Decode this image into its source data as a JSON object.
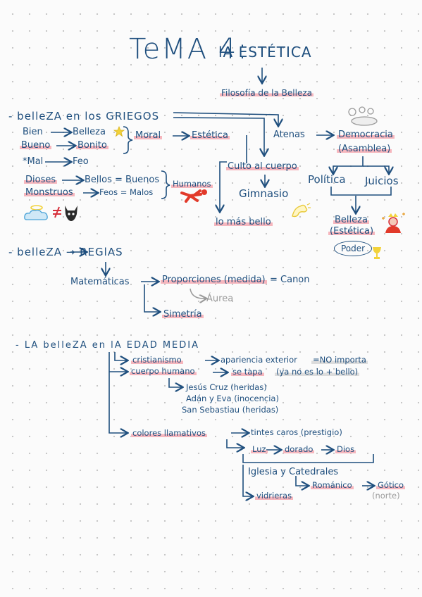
{
  "title": {
    "main": "TeMA 4:",
    "sub": "lA ESTÉTICA"
  },
  "filosofia": "Filosofía de la Belleza",
  "griegos": {
    "heading": "- belleZA en los GRIEGOS",
    "bien": "Bien",
    "belleza": "Belleza",
    "bueno": "Bueno",
    "bonito": "Bonito",
    "mal": "*Mal",
    "feo": "Feo",
    "moral": "Moral",
    "estetica": "Estética",
    "dioses": "Dioses",
    "bellos_buenos": "Bellos = Buenos",
    "monstruos": "Monstruos",
    "feos_malos": "Feos = Malos",
    "humanos": "Humanos",
    "culto": "Culto al cuerpo",
    "gimnasio": "Gimnasio",
    "lo_mas_bello": "lo más bello",
    "atenas": "Atenas",
    "democracia": "Democracia",
    "asamblea": "(Asamblea)",
    "politica": "Política",
    "juicios": "Juicios",
    "belleza2": "Belleza",
    "estetica2": "(Estética)",
    "poder": "Poder"
  },
  "reglas": {
    "heading": "- belleZA → REGlAS",
    "matematicas": "Matemáticas",
    "proporciones": "Proporciones (medida)",
    "canon": "= Canon",
    "aurea": "Áurea",
    "simetria": "Simetría"
  },
  "edad_media": {
    "heading": "- LA belleZA en lA EDAD MEDIA",
    "cristianismo": "cristianismo",
    "apariencia": "apariencia exterior",
    "no_importa": "=NO importa",
    "cuerpo_humano": "cuerpo humano",
    "se_tapa": "se tapa",
    "no_es_bello": "(ya no es lo + bello)",
    "jesus": "Jesús Cruz (heridas)",
    "adan": "Adán y Eva (inocencia)",
    "sebastian": "San Sebastiau (heridas)",
    "colores": "colores llamativos",
    "tintes": "tintes caros (prestigio)",
    "luz": "Luz",
    "dorado": "dorado",
    "dios": "Dios",
    "iglesia": "Iglesia y Catedrales",
    "romanico": "Románico",
    "gotico": "Gótico",
    "norte": "(norte)",
    "vidrieras": "vidrieras"
  },
  "icons": [
    "cloud-halo-icon",
    "devil-mask-icon",
    "star-icon",
    "running-human-icon",
    "flexed-arm-icon",
    "crowd-icon",
    "crowned-woman-icon",
    "trophy-icon",
    "not-equal-icon"
  ],
  "colors": {
    "ink": "#1f4f7e",
    "highlight": "#f6b6bd",
    "red": "#c8202b",
    "yellow": "#f2d23a",
    "gray": "#9a9a9a"
  }
}
